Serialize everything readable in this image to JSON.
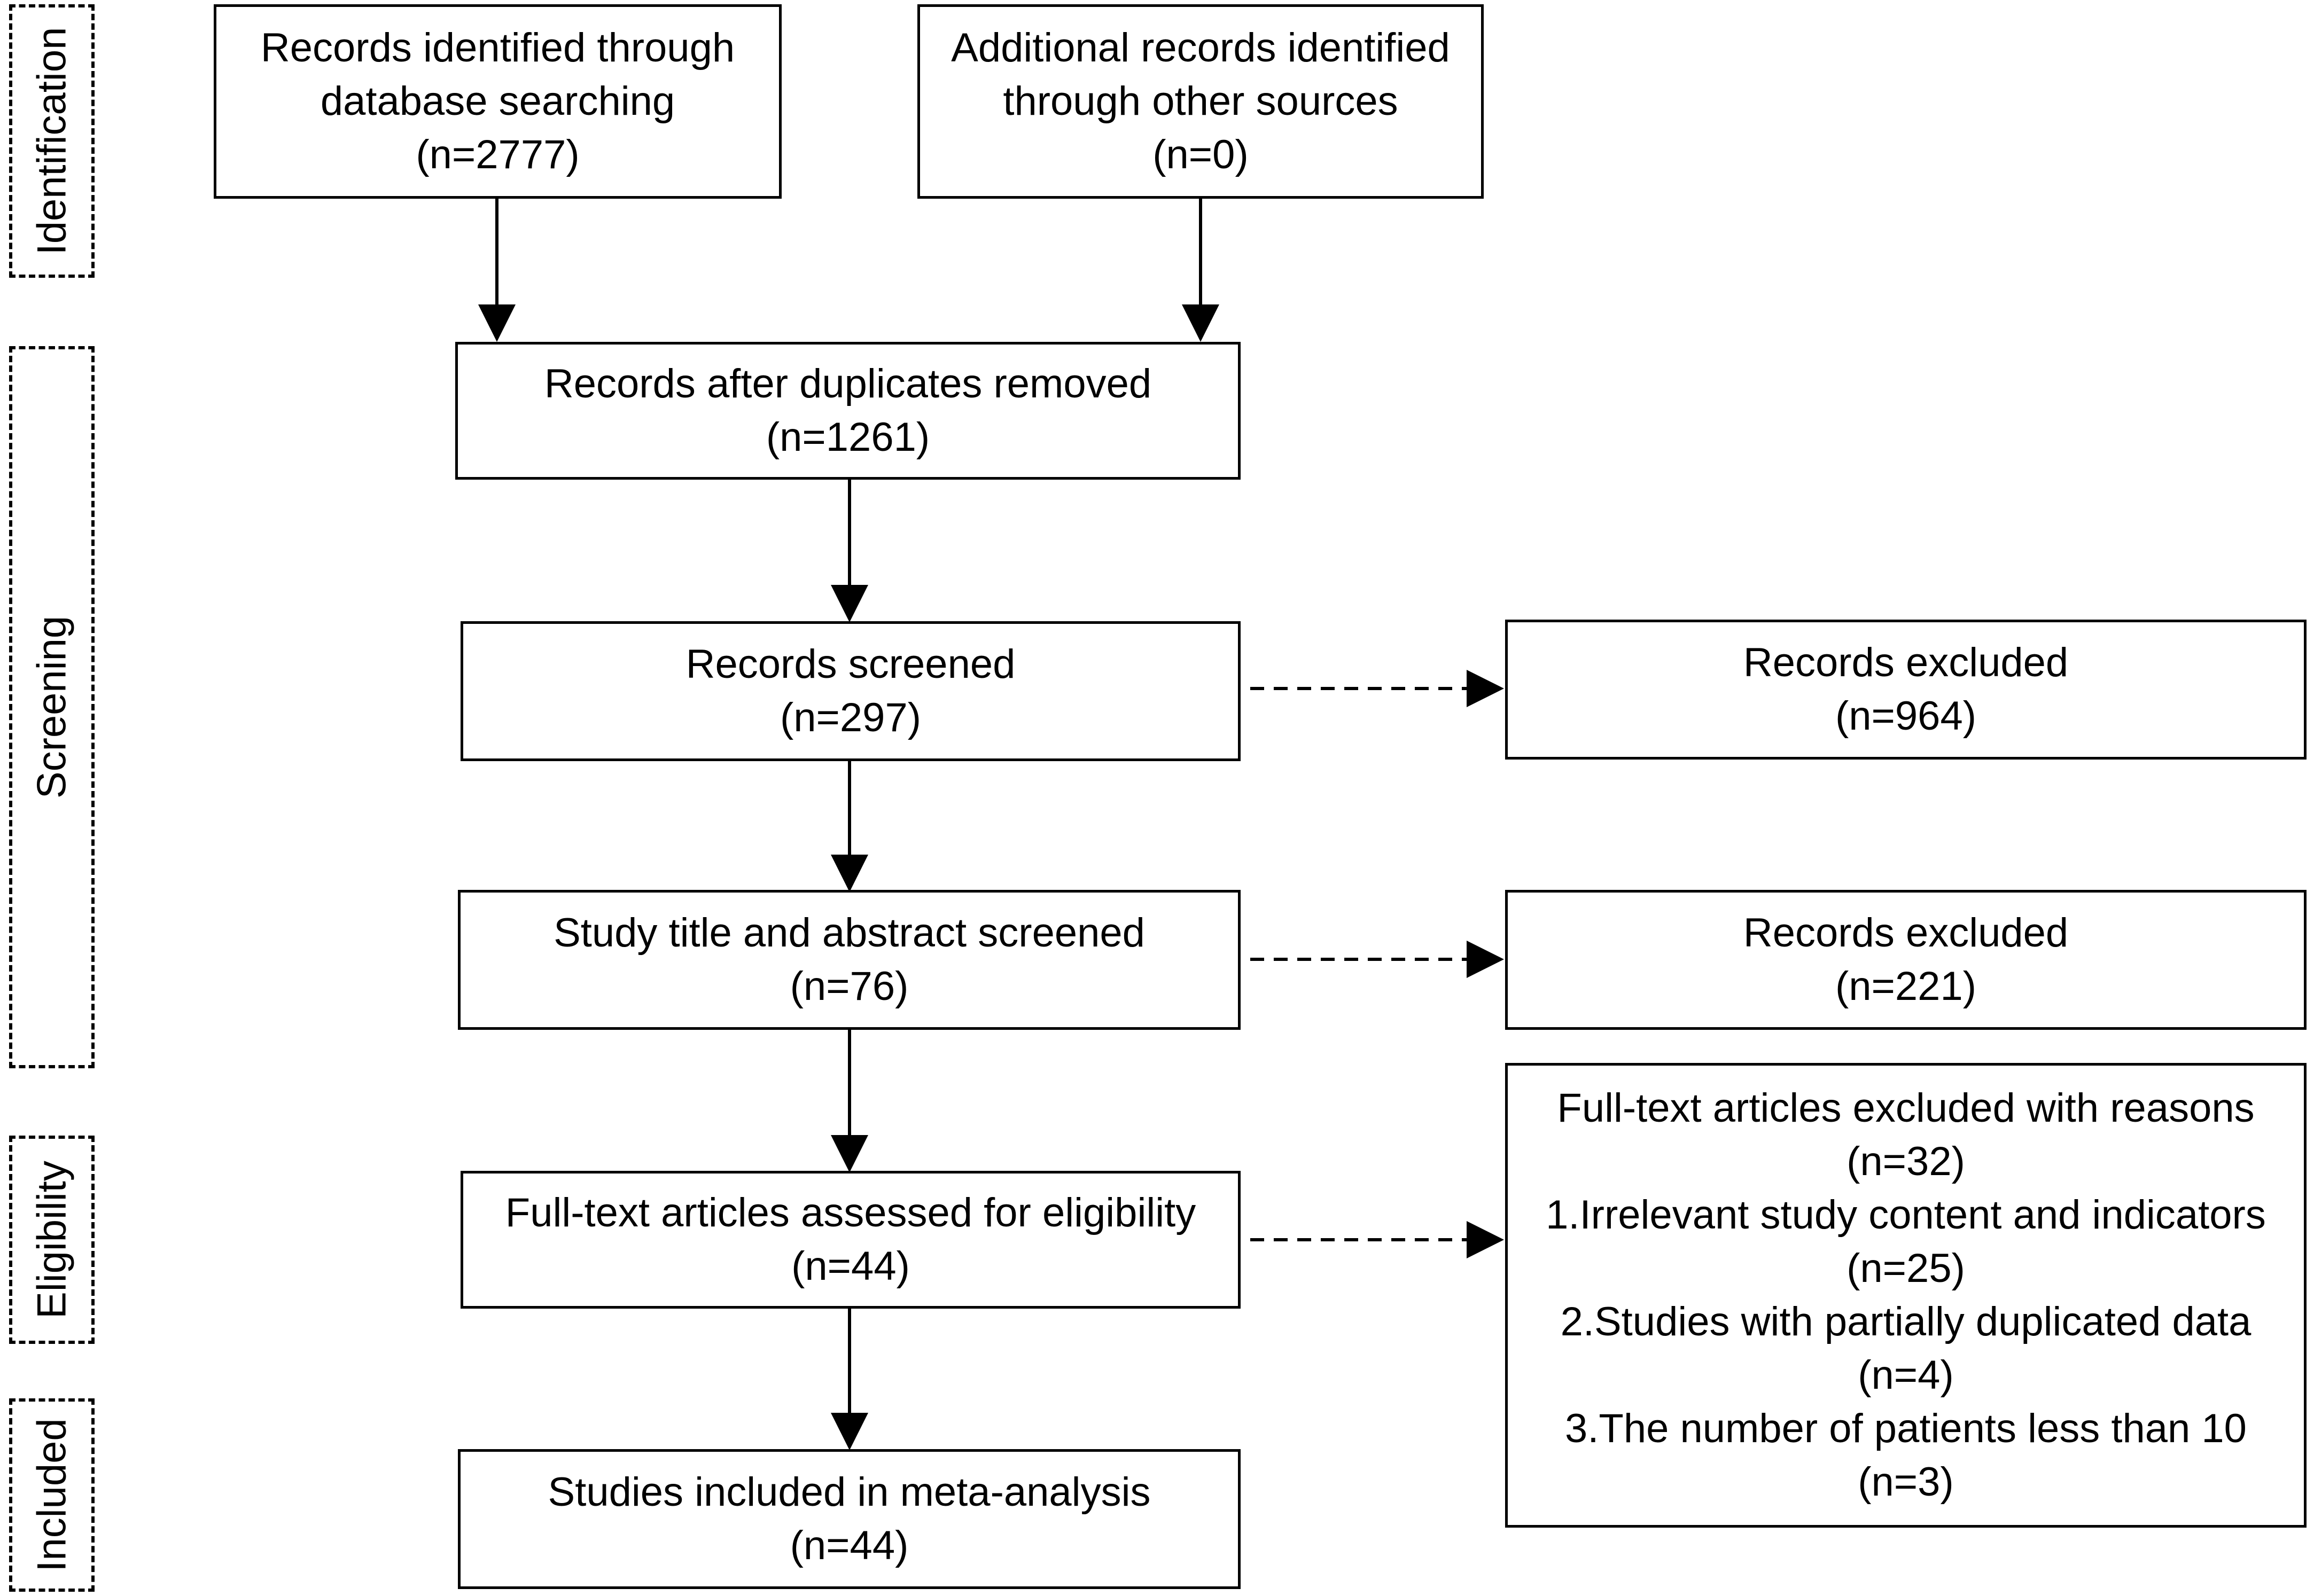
{
  "stages": {
    "identification": "Identification",
    "screening": "Screening",
    "eligibility": "Eligibility",
    "included": "Included"
  },
  "boxes": {
    "database": {
      "line1": "Records identified through",
      "line2": "database searching",
      "count": "(n=2777)"
    },
    "other": {
      "line1": "Additional records identified",
      "line2": "through other sources",
      "count": "(n=0)"
    },
    "dedup": {
      "label": "Records after duplicates removed",
      "count": "(n=1261)"
    },
    "screened": {
      "label": "Records screened",
      "count": "(n=297)"
    },
    "excluded1": {
      "label": "Records excluded",
      "count": "(n=964)"
    },
    "title_abstract": {
      "label": "Study title and abstract screened",
      "count": "(n=76)"
    },
    "excluded2": {
      "label": "Records excluded",
      "count": "(n=221)"
    },
    "fulltext": {
      "label": "Full-text articles assessed for eligibility",
      "count": "(n=44)"
    },
    "excluded_reasons": {
      "label": "Full-text articles excluded with reasons",
      "count": "(n=32)",
      "reason1": "1.Irrelevant study content and indicators",
      "reason1_count": "(n=25)",
      "reason2": "2.Studies with partially duplicated data",
      "reason2_count": "(n=4)",
      "reason3": "3.The number of patients less than 10",
      "reason3_count": "(n=3)"
    },
    "included": {
      "label": "Studies included in meta-analysis",
      "count": "(n=44)"
    }
  }
}
